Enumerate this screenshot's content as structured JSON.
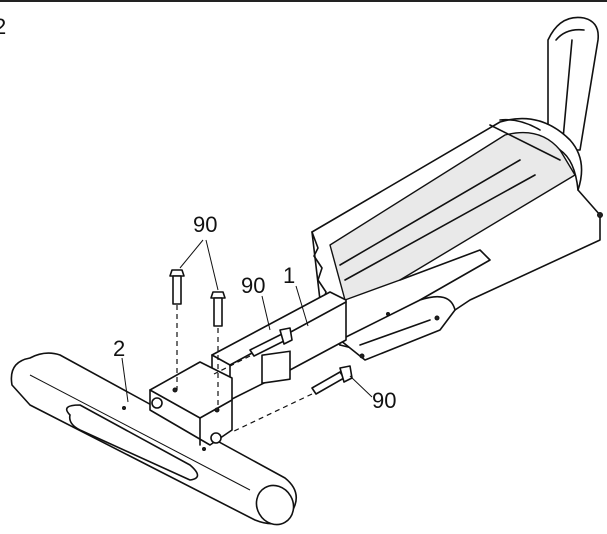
{
  "step": {
    "number": "2"
  },
  "callouts": {
    "bolts_top": "90",
    "bolt_middle": "90",
    "frame": "1",
    "stabilizer": "2",
    "bolt_right": "90"
  }
}
